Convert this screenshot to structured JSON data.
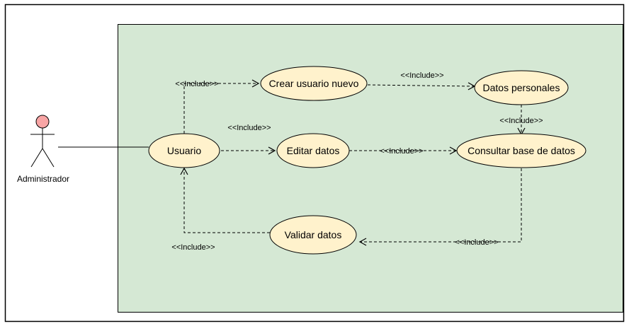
{
  "actor": {
    "label": "Administrador"
  },
  "use_cases": {
    "usuario": "Usuario",
    "crear": "Crear usuario nuevo",
    "datos_personales": "Datos personales",
    "editar": "Editar datos",
    "consultar": "Consultar base de datos",
    "validar": "Validar datos"
  },
  "relations": {
    "usuario_crear": "<<Include>>",
    "crear_datos": "<<Include>>",
    "datos_consultar": "<<Include>>",
    "usuario_editar": "<<Include>>",
    "editar_consultar": "<<Include>>",
    "consultar_validar": "<<Include>>",
    "validar_usuario": "<<Include>>"
  },
  "colors": {
    "system_fill": "#d5e8d4",
    "use_case_fill": "#fff2cc",
    "actor_head": "#f8a5a5",
    "stroke": "#000000"
  }
}
